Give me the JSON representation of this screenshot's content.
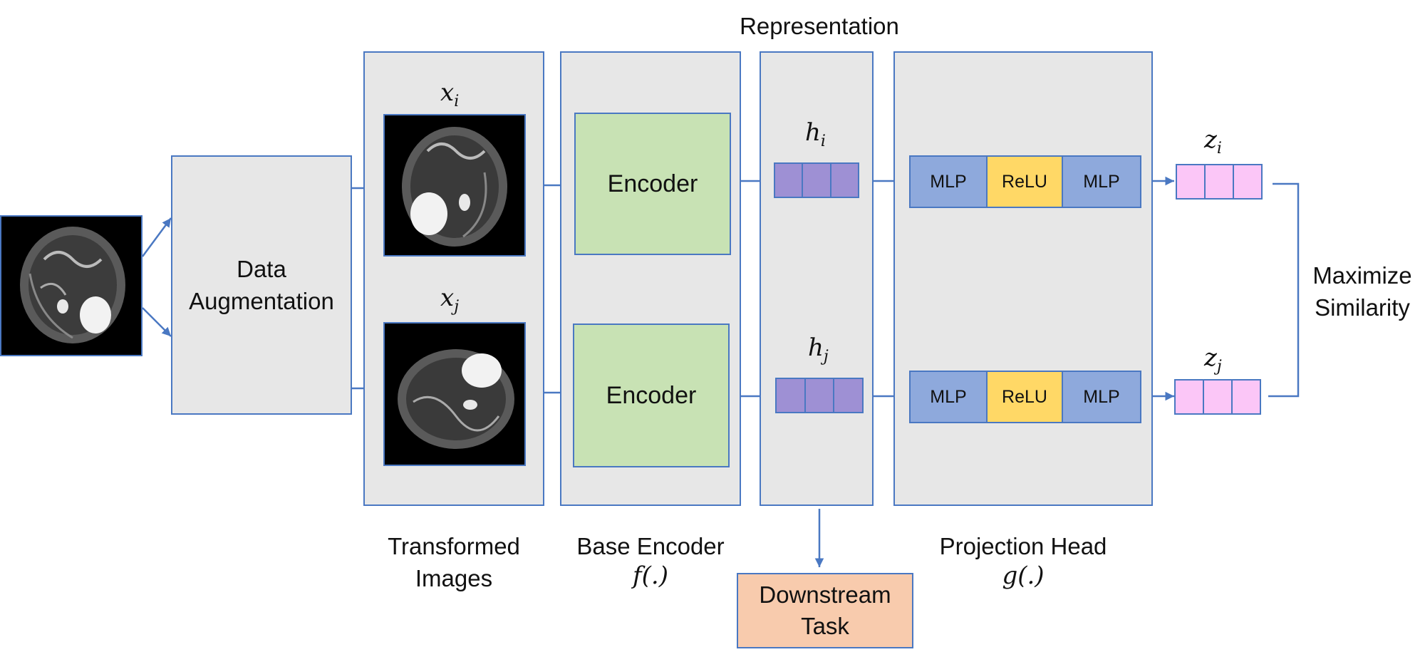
{
  "title": "Representation",
  "data_augmentation": "Data\nAugmentation",
  "transformed_images_label": "Transformed\nImages",
  "base_encoder_label": "Base Encoder",
  "base_encoder_fn": "f(.)",
  "projection_head_label": "Projection Head",
  "projection_head_fn": "g(.)",
  "downstream_task": "Downstream\nTask",
  "maximize_similarity": "Maximize\nSimilarity",
  "encoder_top": "Encoder",
  "encoder_bottom": "Encoder",
  "x_i": "x",
  "x_i_sub": "i",
  "x_j": "x",
  "x_j_sub": "j",
  "h_i": "h",
  "h_i_sub": "i",
  "h_j": "h",
  "h_j_sub": "j",
  "z_i": "z",
  "z_i_sub": "i",
  "z_j": "z",
  "z_j_sub": "j",
  "proj_top": [
    "MLP",
    "ReLU",
    "MLP"
  ],
  "proj_bottom": [
    "MLP",
    "ReLU",
    "MLP"
  ],
  "colors": {
    "panel": "#e7e7e7",
    "border": "#4a78c2",
    "encoder": "#c8e2b4",
    "h_vector": "#9e90d4",
    "z_vector": "#fbc6f7",
    "mlp": "#8ea9dc",
    "relu": "#ffd866",
    "downstream": "#f8cbad"
  }
}
